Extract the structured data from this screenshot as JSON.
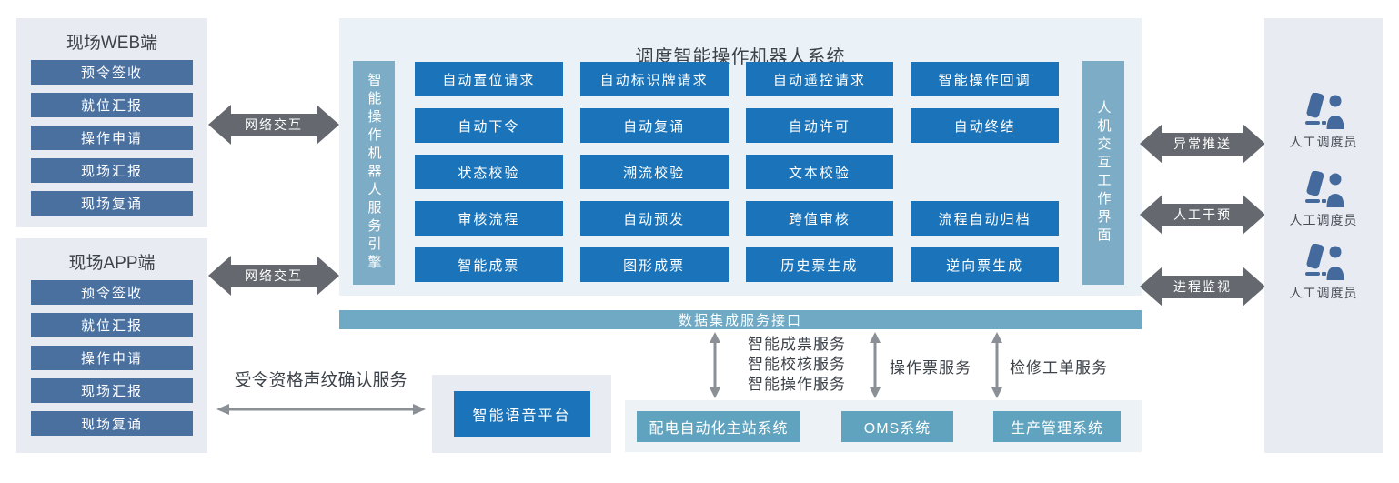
{
  "left_panels": [
    {
      "title": "现场WEB端",
      "items": [
        "预令签收",
        "就位汇报",
        "操作申请",
        "现场汇报",
        "现场复诵"
      ]
    },
    {
      "title": "现场APP端",
      "items": [
        "预令签收",
        "就位汇报",
        "操作申请",
        "现场汇报",
        "现场复诵"
      ]
    }
  ],
  "network_arrows": [
    {
      "label": "网络交互"
    },
    {
      "label": "网络交互"
    }
  ],
  "main_system": {
    "title": "调度智能操作机器人系统",
    "left_bar": "智能操作机器人服务引擎",
    "right_bar": "人机交互工作界面",
    "grid": [
      [
        "自动置位请求",
        "自动标识牌请求",
        "自动遥控请求",
        "智能操作回调"
      ],
      [
        "自动下令",
        "自动复诵",
        "自动许可",
        "自动终结"
      ],
      [
        "状态校验",
        "潮流校验",
        "文本校验",
        ""
      ],
      [
        "审核流程",
        "自动预发",
        "跨值审核",
        "流程自动归档"
      ],
      [
        "智能成票",
        "图形成票",
        "历史票生成",
        "逆向票生成"
      ]
    ]
  },
  "data_bus": {
    "label": "数据集成服务接口"
  },
  "service_links": [
    {
      "lines": [
        "智能成票服务",
        "智能校核服务",
        "智能操作服务"
      ]
    },
    {
      "label": "操作票服务"
    },
    {
      "label": "检修工单服务"
    }
  ],
  "bottom_systems": {
    "items": [
      "配电自动化主站系统",
      "OMS系统",
      "生产管理系统"
    ]
  },
  "voice": {
    "arrow_label": "受令资格声纹确认服务",
    "platform": "智能语音平台"
  },
  "right_arrows": [
    {
      "label": "异常推送"
    },
    {
      "label": "人工干预"
    },
    {
      "label": "进程监视"
    }
  ],
  "dispatchers": [
    {
      "label": "人工调度员"
    },
    {
      "label": "人工调度员"
    },
    {
      "label": "人工调度员"
    }
  ],
  "colors": {
    "button_blue": "#1b74b9",
    "steel_blue": "#4a70a0",
    "vertical_bar": "#7dadc6",
    "bus_bar": "#6fa9c3",
    "system_box": "#60a3bf",
    "panel_bg": "#e9ebf2",
    "main_bg": "#ebf2f7",
    "arrow_gray": "#65696f",
    "thin_arrow_gray": "#8a9096",
    "person_icon": "#44699d"
  }
}
